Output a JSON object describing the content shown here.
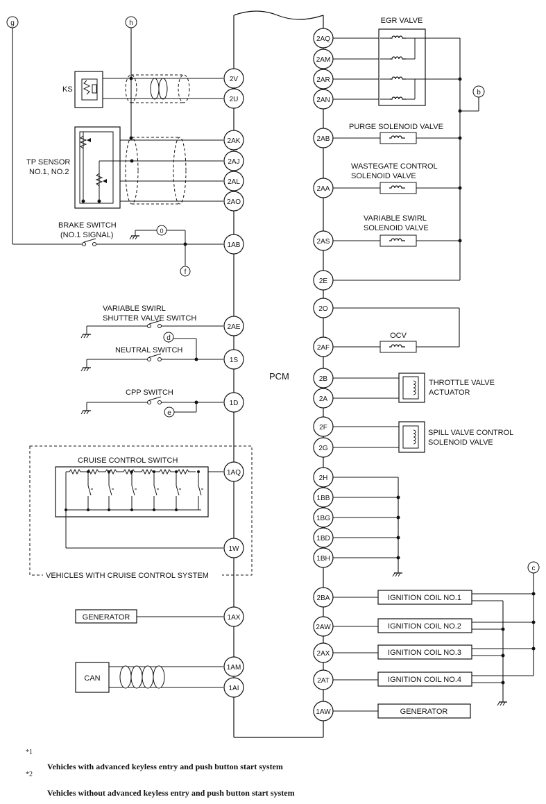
{
  "pcm_label": "PCM",
  "connectors": {
    "g": "g",
    "h": "h",
    "b": "b",
    "c": "c",
    "d": "d",
    "e": "e",
    "f": "f"
  },
  "left_pins": {
    "p2V": "2V",
    "p2U": "2U",
    "p2AK": "2AK",
    "p2AJ": "2AJ",
    "p2AL": "2AL",
    "p2AO": "2AO",
    "p1AB": "1AB",
    "p2AE": "2AE",
    "p1S": "1S",
    "p1D": "1D",
    "p1AQ": "1AQ",
    "p1W": "1W",
    "p1AX": "1AX",
    "p1AM": "1AM",
    "p1AI": "1AI"
  },
  "right_pins": {
    "p2AQ": "2AQ",
    "p2AM": "2AM",
    "p2AR": "2AR",
    "p2AN": "2AN",
    "p2AB": "2AB",
    "p2AA": "2AA",
    "p2AS": "2AS",
    "p2E": "2E",
    "p2O": "2O",
    "p2AF": "2AF",
    "p2B": "2B",
    "p2A": "2A",
    "p2F": "2F",
    "p2G": "2G",
    "p2H": "2H",
    "p1BB": "1BB",
    "p1BG": "1BG",
    "p1BD": "1BD",
    "p1BH": "1BH",
    "p2BA": "2BA",
    "p2AW": "2AW",
    "p2AX": "2AX",
    "p2AT": "2AT",
    "p1AW": "1AW"
  },
  "components": {
    "ks": "KS",
    "tp_sensor_1": "TP SENSOR",
    "tp_sensor_2": "NO.1, NO.2",
    "brake_switch_1": "BRAKE SWITCH",
    "brake_switch_2": "(NO.1 SIGNAL)",
    "variable_swirl_switch_1": "VARIABLE SWIRL",
    "variable_swirl_switch_2": "SHUTTER VALVE SWITCH",
    "neutral_switch": "NEUTRAL SWITCH",
    "cpp_switch": "CPP SWITCH",
    "cruise_control_switch": "CRUISE CONTROL SWITCH",
    "cruise_vehicles": "VEHICLES WITH CRUISE CONTROL SYSTEM",
    "generator_left": "GENERATOR",
    "can": "CAN",
    "egr_valve": "EGR VALVE",
    "purge_valve": "PURGE SOLENOID VALVE",
    "wastegate_1": "WASTEGATE CONTROL",
    "wastegate_2": "SOLENOID VALVE",
    "variable_swirl_valve_1": "VARIABLE SWIRL",
    "variable_swirl_valve_2": "SOLENOID VALVE",
    "ocv": "OCV",
    "throttle_1": "THROTTLE VALVE",
    "throttle_2": "ACTUATOR",
    "spill_1": "SPILL VALVE CONTROL",
    "spill_2": "SOLENOID VALVE",
    "coil1": "IGNITION COIL NO.1",
    "coil2": "IGNITION COIL NO.2",
    "coil3": "IGNITION COIL NO.3",
    "coil4": "IGNITION COIL NO.4",
    "generator_right": "GENERATOR"
  },
  "notes": [
    {
      "mark": "*1",
      "text": "Vehicles with advanced keyless entry and push button start system"
    },
    {
      "mark": "*2",
      "text": "Vehicles without advanced keyless entry and push button start system"
    }
  ]
}
